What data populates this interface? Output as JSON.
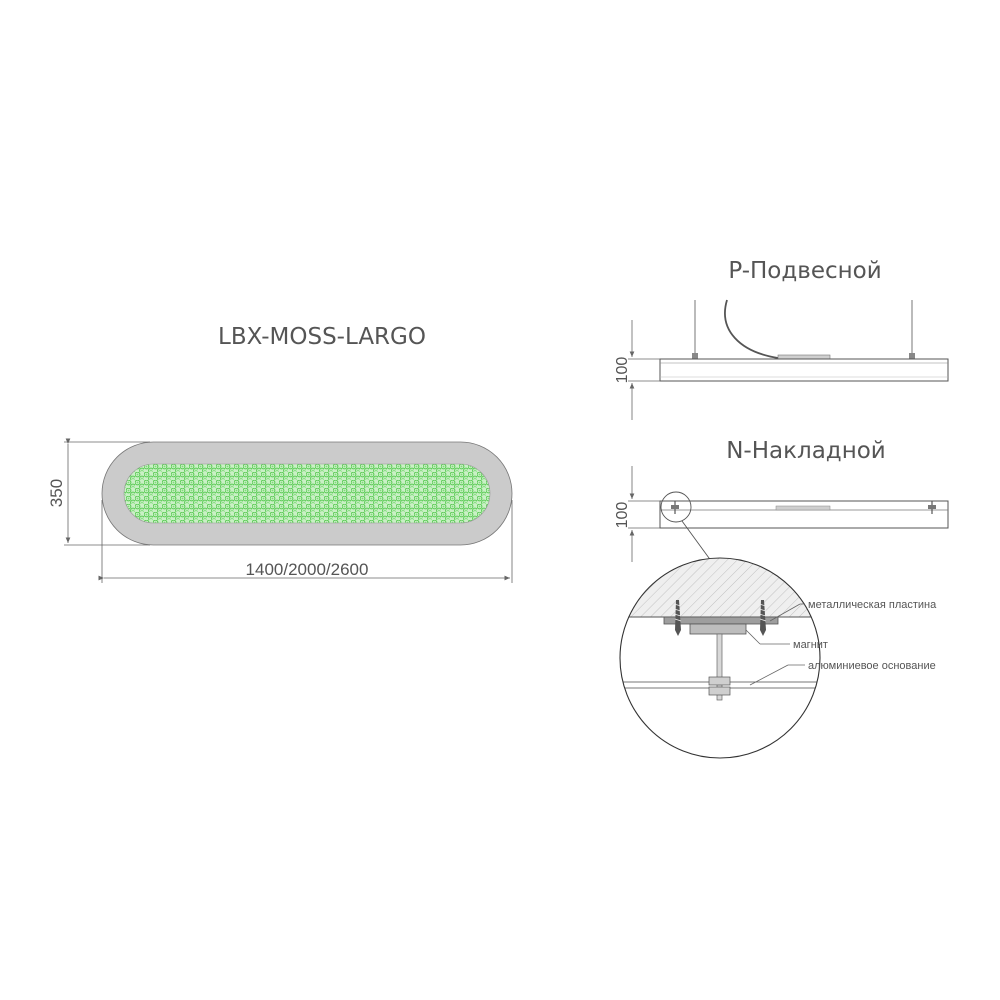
{
  "product": {
    "model": "LBX-MOSS-LARGO",
    "length_label": "1400/2000/2600",
    "width_label": "350"
  },
  "views": {
    "pendant_title": "P-Подвесной",
    "pendant_height_label": "100",
    "surface_title": "N-Накладной",
    "surface_height_label": "100"
  },
  "detail": {
    "labels": {
      "metal_plate": "металлическая пластина",
      "magnet": "магнит",
      "aluminium_base": "алюминиевое основание"
    }
  },
  "colors": {
    "frame_gray": "#c8c8c8",
    "outline": "#666666",
    "moss_green": "#6fd46a",
    "moss_light": "#bfeebb",
    "hatch_fill": "#ececec"
  },
  "icons": {
    "screw": "screw-icon",
    "magnet": "magnet-icon",
    "cable": "cable-icon"
  }
}
